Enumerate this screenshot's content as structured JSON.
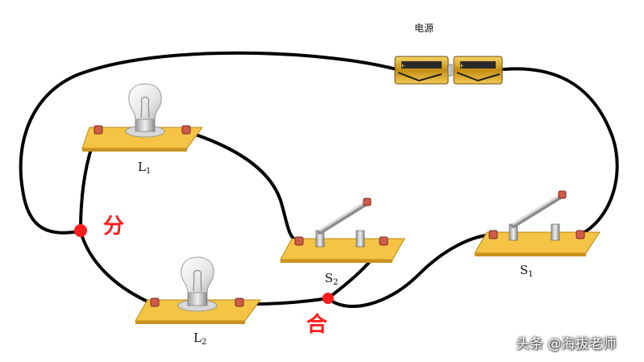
{
  "labels": {
    "power": "电源",
    "lamp1_main": "L",
    "lamp1_sub": "1",
    "lamp2_main": "L",
    "lamp2_sub": "2",
    "switch1_main": "S",
    "switch1_sub": "1",
    "switch2_main": "S",
    "switch2_sub": "2"
  },
  "annotations": {
    "left_junction_note": "分",
    "bottom_junction_note": "合"
  },
  "watermark": "头条 @海拔老师",
  "colors": {
    "wire": "#000000",
    "junction": "#ff1b1b",
    "board": "#f5c445",
    "battery": "#d9a92b"
  }
}
